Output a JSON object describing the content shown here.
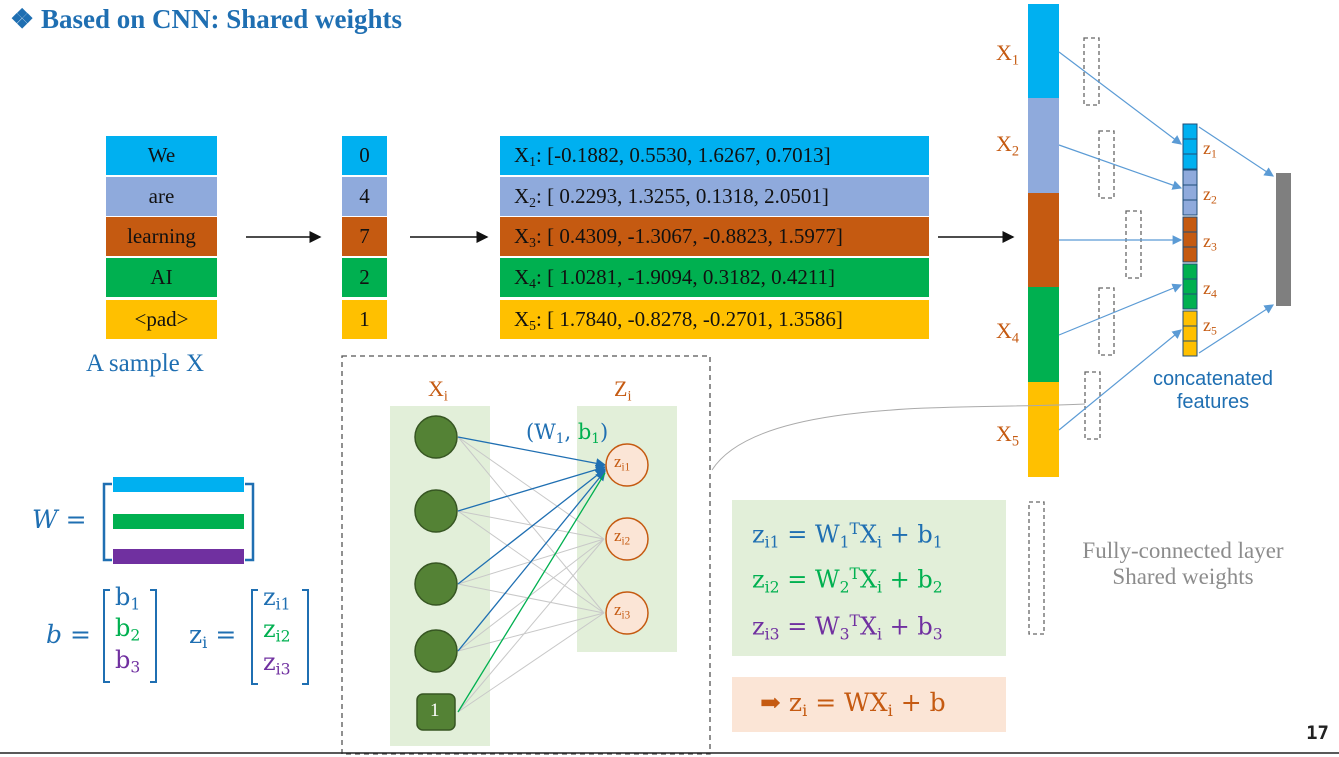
{
  "title": "❖ Based on CNN: Shared weights",
  "tokens": [
    "We",
    "are",
    "learning",
    "AI",
    "<pad>"
  ],
  "token_ids": [
    "0",
    "4",
    "7",
    "2",
    "1"
  ],
  "vectors": [
    {
      "name": "X",
      "idx": "1",
      "value": ": [-0.1882,  0.5530,  1.6267,  0.7013]"
    },
    {
      "name": "X",
      "idx": "2",
      "value": ": [ 0.2293,  1.3255,  0.1318,  2.0501]"
    },
    {
      "name": "X",
      "idx": "3",
      "value": ": [ 0.4309, -1.3067, -0.8823,  1.5977]"
    },
    {
      "name": "X",
      "idx": "4",
      "value": ": [ 1.0281, -1.9094,  0.3182,  0.4211]"
    },
    {
      "name": "X",
      "idx": "5",
      "value": ": [ 1.7840, -0.8278, -0.2701,  1.3586]"
    }
  ],
  "sample_label": "A sample X",
  "row_colors": [
    "#00b0f0",
    "#8faadc",
    "#c55a11",
    "#00b050",
    "#ffc000"
  ],
  "network": {
    "input_label": "X",
    "input_sub": "i",
    "output_label": "Z",
    "output_sub": "i",
    "bias_node": "1",
    "weight_label_w": "(W",
    "weight_label_w_sub": "1",
    "weight_label_sep": ", ",
    "weight_label_b": "b",
    "weight_label_b_sub": "1",
    "weight_label_close": ")",
    "outputs": [
      {
        "name": "z",
        "sub": "i1"
      },
      {
        "name": "z",
        "sub": "i2"
      },
      {
        "name": "z",
        "sub": "i3"
      }
    ]
  },
  "matrix_W_label": "W =",
  "b_label": "b =",
  "b_entries": [
    {
      "name": "b",
      "sub": "1",
      "color": "#1f6fb2"
    },
    {
      "name": "b",
      "sub": "2",
      "color": "#00b050"
    },
    {
      "name": "b",
      "sub": "3",
      "color": "#7030a0"
    }
  ],
  "zi_label": "z",
  "zi_sub": "i",
  "zi_eq": " =",
  "zi_entries": [
    {
      "name": "z",
      "sub": "i1",
      "color": "#1f6fb2"
    },
    {
      "name": "z",
      "sub": "i2",
      "color": "#00b050"
    },
    {
      "name": "z",
      "sub": "i3",
      "color": "#7030a0"
    }
  ],
  "equations": [
    {
      "lhs": "z",
      "lhs_sub": "i1",
      "mid": " = W",
      "w_sub": "1",
      "t": "T",
      "x": "X",
      "x_sub": "i",
      "plus": " + b",
      "b_sub": "1",
      "color": "#1f6fb2"
    },
    {
      "lhs": "z",
      "lhs_sub": "i2",
      "mid": " = W",
      "w_sub": "2",
      "t": "T",
      "x": "X",
      "x_sub": "i",
      "plus": " + b",
      "b_sub": "2",
      "color": "#00b050"
    },
    {
      "lhs": "z",
      "lhs_sub": "i3",
      "mid": " = W",
      "w_sub": "3",
      "t": "T",
      "x": "X",
      "x_sub": "i",
      "plus": " + b",
      "b_sub": "3",
      "color": "#7030a0"
    }
  ],
  "summary": {
    "arrow": "➡",
    "lhs": "z",
    "lhs_sub": "i",
    "rhs": " = WX",
    "x_sub": "i",
    "tail": " + b"
  },
  "right_labels": [
    {
      "name": "X",
      "sub": "1"
    },
    {
      "name": "X",
      "sub": "2"
    },
    {
      "name": "X",
      "sub": "4"
    },
    {
      "name": "X",
      "sub": "5"
    }
  ],
  "z_labels": [
    {
      "name": "z",
      "sub": "1"
    },
    {
      "name": "z",
      "sub": "2"
    },
    {
      "name": "z",
      "sub": "3"
    },
    {
      "name": "z",
      "sub": "4"
    },
    {
      "name": "z",
      "sub": "5"
    }
  ],
  "concat_line1": "concatenated",
  "concat_line2": "features",
  "fc_line1": "Fully-connected layer",
  "fc_line2": "Shared weights",
  "page_number": "17"
}
